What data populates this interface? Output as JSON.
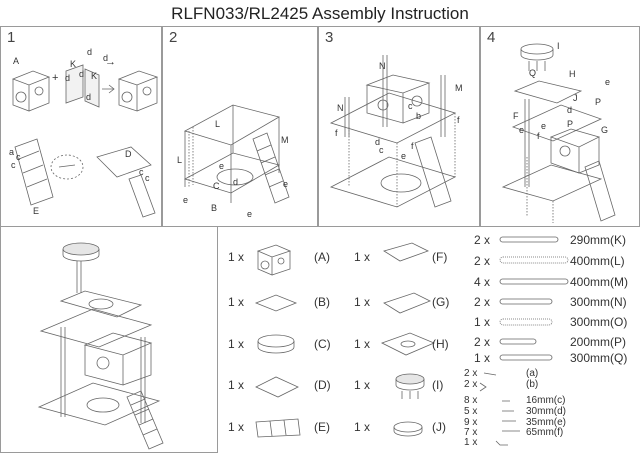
{
  "title": "RLFN033/RL2425 Assembly Instruction",
  "steps": [
    {
      "number": "1",
      "labels": [
        "A",
        "K",
        "d",
        "d",
        "d",
        "K",
        "d",
        "d",
        "+",
        "a",
        "c",
        "c",
        "D",
        "c",
        "c",
        "E",
        "→"
      ]
    },
    {
      "number": "2",
      "labels": [
        "L",
        "M",
        "L",
        "e",
        "C",
        "d",
        "e",
        "e",
        "B",
        "e"
      ]
    },
    {
      "number": "3",
      "labels": [
        "N",
        "M",
        "N",
        "c",
        "b",
        "f",
        "f",
        "d",
        "c",
        "f",
        "e"
      ]
    },
    {
      "number": "4",
      "labels": [
        "I",
        "Q",
        "H",
        "e",
        "J",
        "P",
        "d",
        "F",
        "e",
        "P",
        "G",
        "e",
        "f"
      ]
    }
  ],
  "parts": [
    {
      "qty": "1 x",
      "code": "(A)"
    },
    {
      "qty": "1 x",
      "code": "(B)"
    },
    {
      "qty": "1 x",
      "code": "(C)"
    },
    {
      "qty": "1 x",
      "code": "(D)"
    },
    {
      "qty": "1 x",
      "code": "(E)"
    },
    {
      "qty": "1 x",
      "code": "(F)"
    },
    {
      "qty": "1 x",
      "code": "(G)"
    },
    {
      "qty": "1 x",
      "code": "(H)"
    },
    {
      "qty": "1 x",
      "code": "(I)"
    },
    {
      "qty": "1 x",
      "code": "(J)"
    }
  ],
  "posts": [
    {
      "qty": "2 x",
      "spec": "290mm(K)"
    },
    {
      "qty": "2 x",
      "spec": "400mm(L)"
    },
    {
      "qty": "4 x",
      "spec": "400mm(M)"
    },
    {
      "qty": "2 x",
      "spec": "300mm(N)"
    },
    {
      "qty": "1 x",
      "spec": "300mm(O)"
    },
    {
      "qty": "2 x",
      "spec": "200mm(P)"
    },
    {
      "qty": "1 x",
      "spec": "300mm(Q)"
    }
  ],
  "hardware": [
    {
      "qty": "2 x",
      "spec": "(a)"
    },
    {
      "qty": "2 x",
      "spec": "(b)"
    },
    {
      "qty": "8 x",
      "spec": "16mm(c)"
    },
    {
      "qty": "5 x",
      "spec": "30mm(d)"
    },
    {
      "qty": "9 x",
      "spec": "35mm(e)"
    },
    {
      "qty": "7 x",
      "spec": "65mm(f)"
    },
    {
      "qty": "1 x",
      "spec": ""
    }
  ]
}
